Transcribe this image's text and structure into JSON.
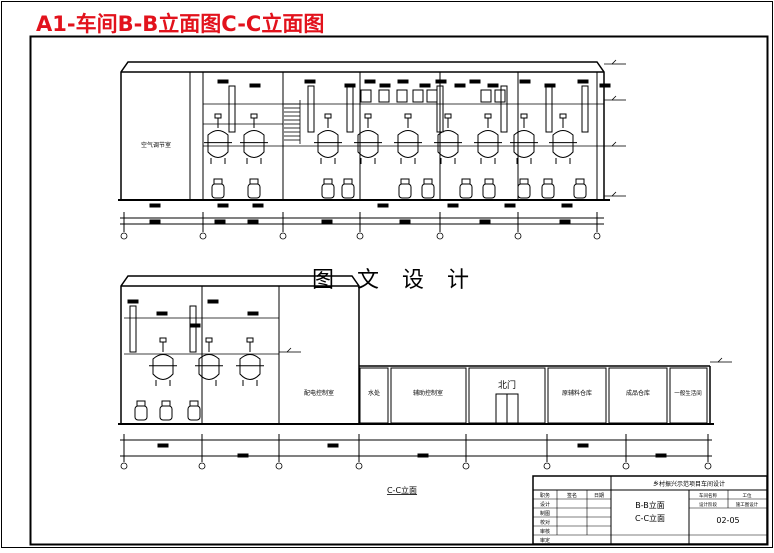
{
  "title": "A1-车间B-B立面图C-C立面图",
  "watermark": "图 文 设 计",
  "view_label": "C-C立面",
  "bb_rooms": {
    "left": "空气调节室"
  },
  "cc_rooms": [
    {
      "id": "r1",
      "label": "配电控制室"
    },
    {
      "id": "r2",
      "label": "水处"
    },
    {
      "id": "r3",
      "label": "辅助控制室"
    },
    {
      "id": "r4",
      "label": "北门"
    },
    {
      "id": "r5",
      "label": "原辅料仓库"
    },
    {
      "id": "r6",
      "label": "成品仓库"
    },
    {
      "id": "r7",
      "label": "一般生活间"
    }
  ],
  "title_block": {
    "project": "乡村振兴示范项目车间设计",
    "drawing_name_1": "B-B立面",
    "drawing_name_2": "C-C立面",
    "drawing_no": "02-05",
    "roles": [
      "设计",
      "制图",
      "校对",
      "审核",
      "审定"
    ],
    "col_headers": [
      "职务",
      "签名",
      "日期"
    ],
    "info": [
      "车间名称",
      "工位",
      "设计阶段",
      "施工图设计"
    ]
  },
  "colors": {
    "title": "#e2121c",
    "line": "#000000"
  }
}
